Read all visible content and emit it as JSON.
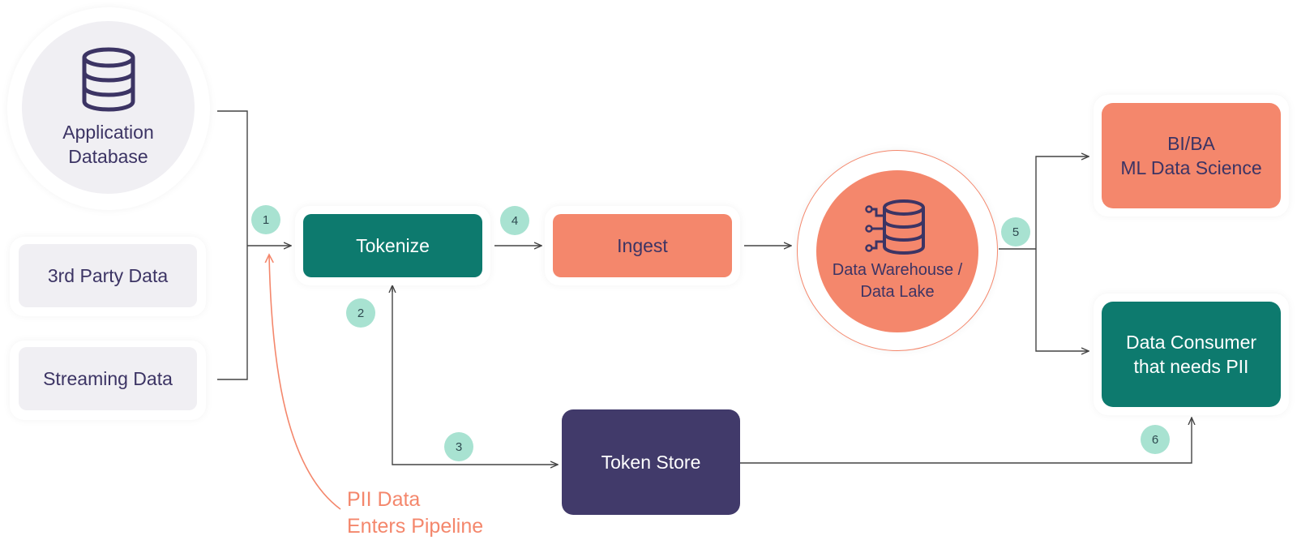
{
  "nodes": {
    "app_database": "Application\nDatabase",
    "third_party": "3rd Party Data",
    "streaming": "Streaming Data",
    "tokenize": "Tokenize",
    "ingest": "Ingest",
    "warehouse": "Data Warehouse /\nData Lake",
    "bi": "BI/BA\nML Data Science",
    "consumer": "Data Consumer\nthat needs PII",
    "token_store": "Token Store"
  },
  "steps": [
    "1",
    "2",
    "3",
    "4",
    "5",
    "6"
  ],
  "annotation": "PII Data\nEnters Pipeline",
  "icons": {
    "database": "database-icon",
    "warehouse": "database-network-icon"
  },
  "colors": {
    "teal": "#0d7a6e",
    "salmon": "#f4876c",
    "navy": "#413a6a",
    "step_badge": "#a8e2d1",
    "source_fill": "#f0eff3",
    "text_dark": "#3c3464"
  }
}
